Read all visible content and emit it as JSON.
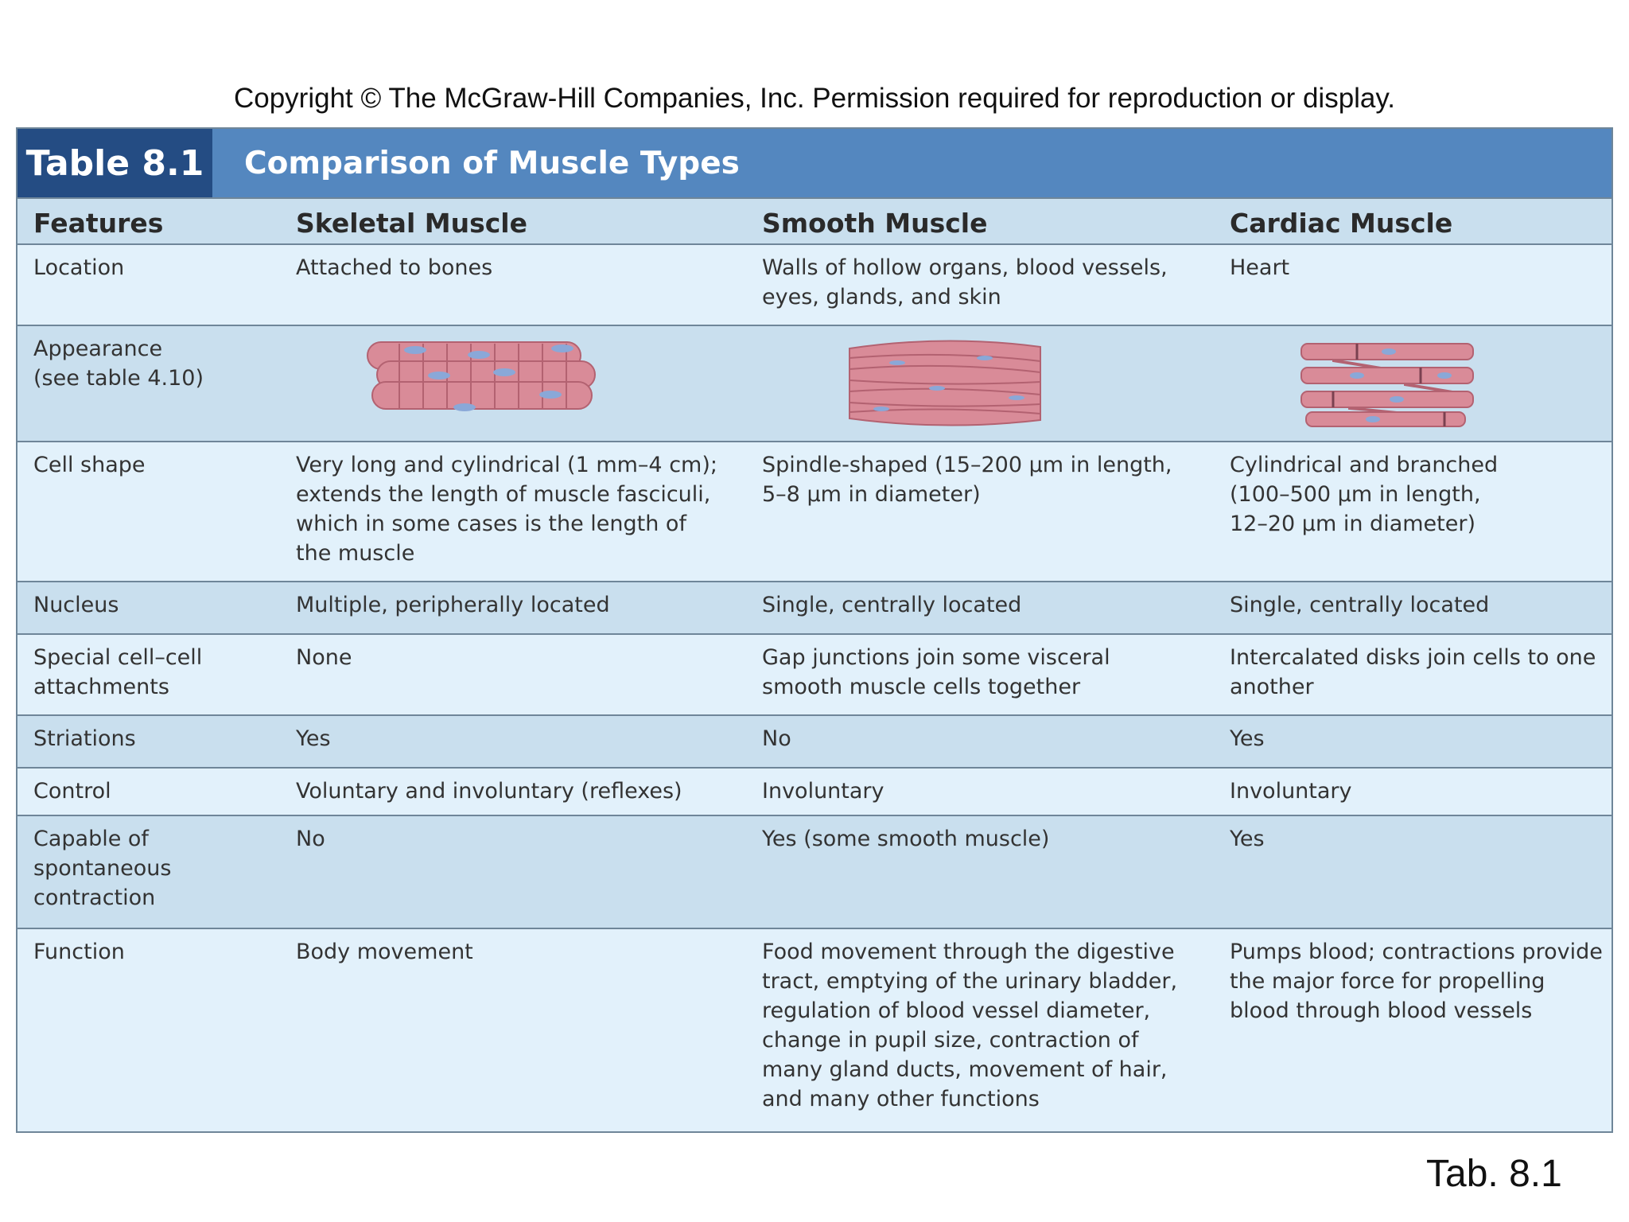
{
  "copyright": "Copyright © The McGraw-Hill Companies, Inc. Permission required for reproduction or display.",
  "table": {
    "number": "Table 8.1",
    "title": "Comparison of Muscle Types",
    "headers": [
      "Features",
      "Skeletal Muscle",
      "Smooth Muscle",
      "Cardiac Muscle"
    ],
    "rows": [
      {
        "feature": "Location",
        "skeletal": "Attached to bones",
        "smooth": "Walls of hollow organs, blood vessels,\n   eyes, glands, and skin",
        "cardiac": "Heart"
      },
      {
        "feature": "Appearance\n   (see table 4.10)",
        "skeletal_icon": "skeletal-muscle-fibers-illustration",
        "smooth_icon": "smooth-muscle-fibers-illustration",
        "cardiac_icon": "cardiac-muscle-fibers-illustration"
      },
      {
        "feature": "Cell shape",
        "skeletal": "Very long and cylindrical (1 mm–4 cm);\n   extends the length of muscle fasciculi,\n   which in some cases is the length of\n   the muscle",
        "smooth": "Spindle-shaped (15–200 μm in length,\n   5–8 μm in diameter)",
        "cardiac": "Cylindrical and branched\n   (100–500 μm in length,\n   12–20 μm in diameter)"
      },
      {
        "feature": "Nucleus",
        "skeletal": "Multiple, peripherally located",
        "smooth": "Single, centrally located",
        "cardiac": "Single, centrally located"
      },
      {
        "feature": "Special cell–cell\n   attachments",
        "skeletal": "None",
        "smooth": "Gap junctions join some visceral\n   smooth muscle cells together",
        "cardiac": "Intercalated disks join cells to one\n   another"
      },
      {
        "feature": "Striations",
        "skeletal": "Yes",
        "smooth": "No",
        "cardiac": "Yes"
      },
      {
        "feature": "Control",
        "skeletal": "Voluntary and involuntary (reflexes)",
        "smooth": "Involuntary",
        "cardiac": "Involuntary"
      },
      {
        "feature": "Capable of\n   spontaneous\n   contraction",
        "skeletal": "No",
        "smooth": "Yes (some smooth muscle)",
        "cardiac": "Yes"
      },
      {
        "feature": "Function",
        "skeletal": "Body movement",
        "smooth": "Food movement through the digestive\n   tract, emptying of the urinary bladder,\n   regulation of blood vessel diameter,\n   change in pupil size, contraction of\n   many gland ducts, movement of hair,\n   and many other functions",
        "cardiac": "Pumps blood; contractions provide\n   the major force for propelling\n   blood through blood vessels"
      }
    ]
  },
  "colors": {
    "title_dark": "#244c83",
    "title_light": "#5487bf",
    "row_light": "#e2f1fb",
    "row_dark": "#c9dfee",
    "muscle_fill": "#d98b98",
    "nucleus": "#8aa8d8"
  },
  "tab_label": "Tab. 8.1"
}
